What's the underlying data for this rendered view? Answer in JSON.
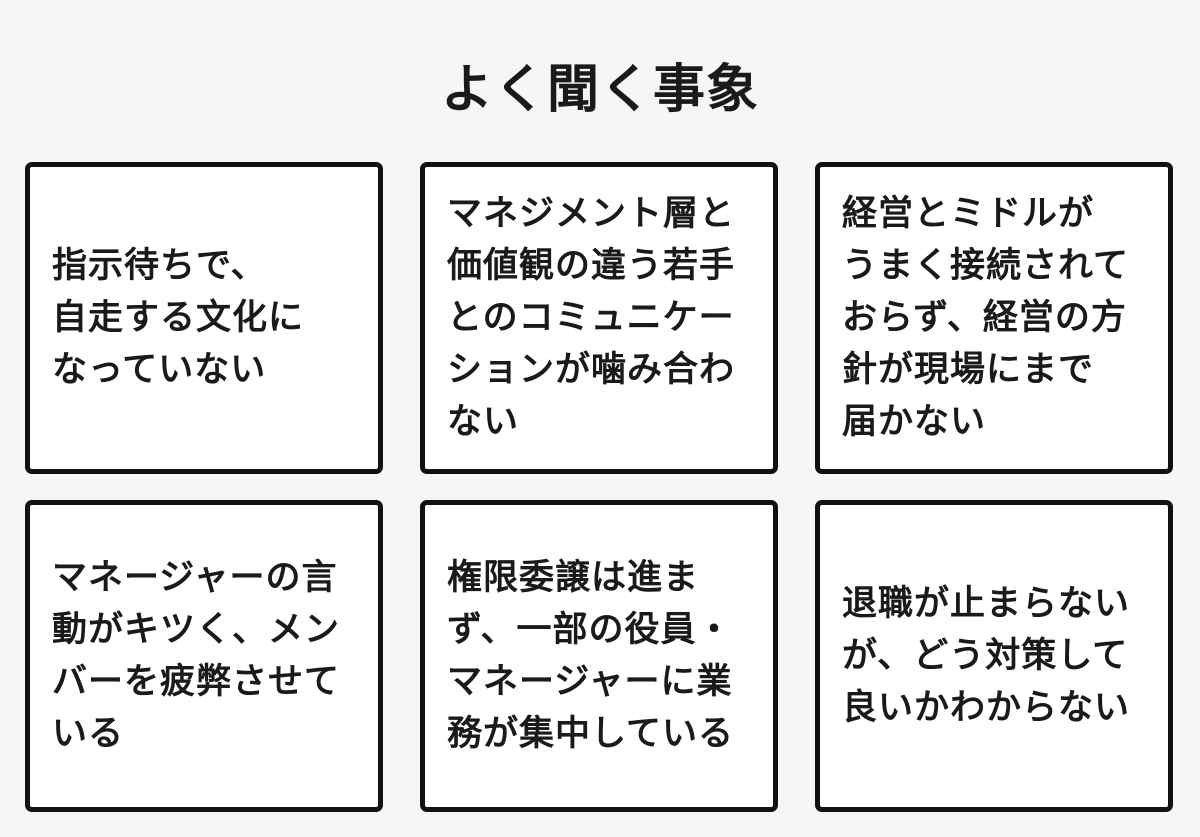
{
  "title": "よく聞く事象",
  "cards": [
    {
      "text": "指示待ちで、\n自走する文化に\nなっていない"
    },
    {
      "text": "マネジメント層と\n価値観の違う若手\nとのコミュニケー\nションが噛み合わ\nない"
    },
    {
      "text": "経営とミドルが\nうまく接続されて\nおらず、経営の方\n針が現場にまで\n届かない"
    },
    {
      "text": "マネージャーの言\n動がキツく、メン\nバーを疲弊させて\nいる"
    },
    {
      "text": "権限委譲は進ま\nず、一部の役員・\nマネージャーに業\n務が集中している"
    },
    {
      "text": "退職が止まらない\nが、どう対策して\n良いかわからない"
    }
  ]
}
